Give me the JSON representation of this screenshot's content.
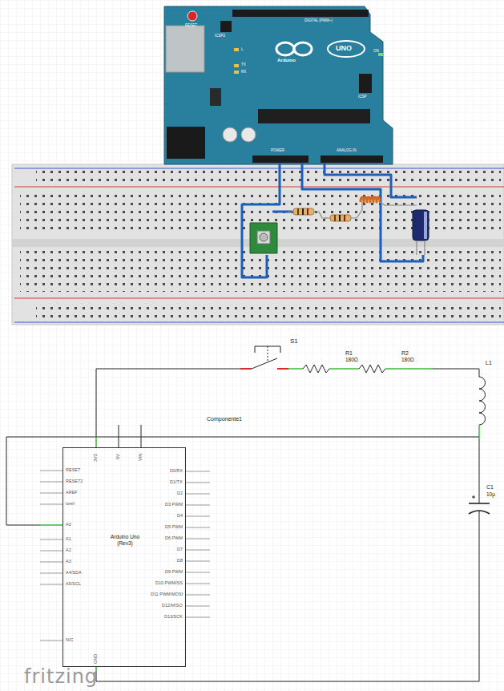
{
  "diagram": {
    "nodes": [
      {
        "text": [
          "Arduino Uno (Rev3)"
        ]
      }
    ],
    "labels": [
      "RESET",
      "ICSP2",
      "Arduino",
      "UNO",
      "ON",
      "L",
      "TX",
      "RX",
      "DIGITAL (PWM~)",
      "ICSP",
      "POWER",
      "ANALOG IN",
      "S1",
      "R1",
      "180Ω",
      "R2",
      "180Ω",
      "L1",
      "Componente1",
      "C1",
      "10µ",
      "RESET",
      "RESET2",
      "AREF",
      "ioref",
      "A0",
      "A1",
      "A2",
      "A3",
      "A4/SDA",
      "A5/SCL",
      "N/C",
      "D0/RX",
      "D1/TX",
      "D2",
      "D3 PWM",
      "D4",
      "D5 PWM",
      "D6 PWM",
      "D7",
      "D8",
      "D9 PWM",
      "D10 PWM/SS",
      "D11 PWM/MOSI",
      "D12/MISO",
      "D13/SCK",
      "3V3",
      "5V",
      "VIN",
      "GND",
      "fritzing"
    ]
  }
}
